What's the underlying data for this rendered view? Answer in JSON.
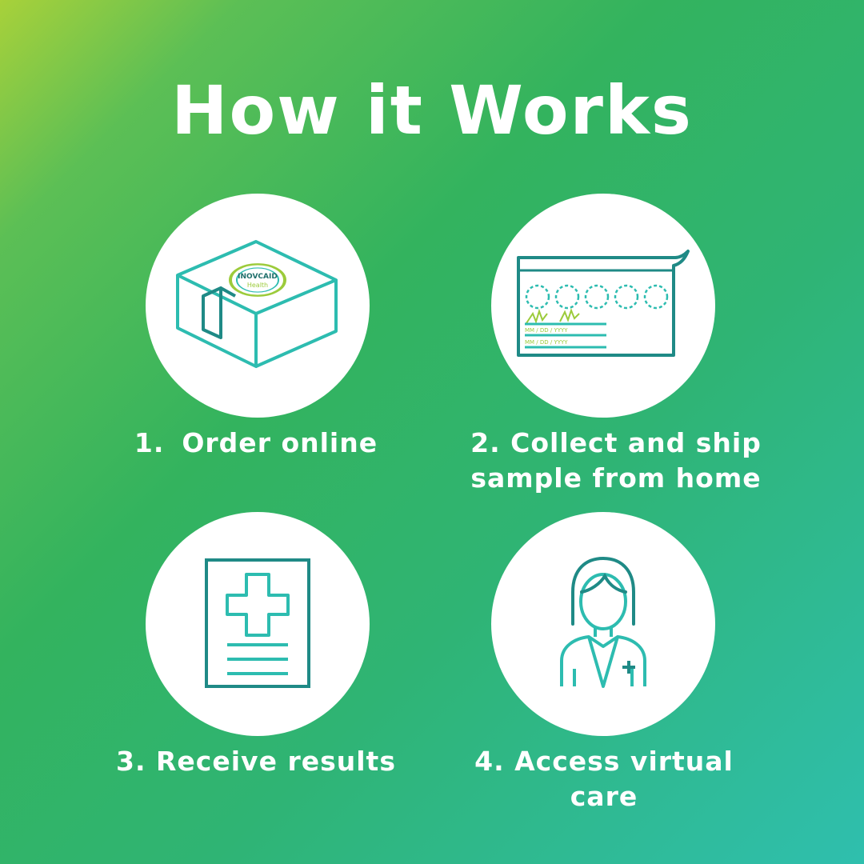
{
  "heading": "How it Works",
  "colors": {
    "gradient_start": "#a8d13a",
    "gradient_mid": "#33b35e",
    "gradient_end": "#2fbfae",
    "icon_teal": "#2dbcb0",
    "icon_dark_teal": "#1f8a86",
    "icon_lime": "#9ccb3b"
  },
  "steps": [
    {
      "number": "1.",
      "label": "Order online",
      "icon": "kit-box-icon"
    },
    {
      "number": "2.",
      "label": "Collect and ship sample from home",
      "icon": "sample-card-icon"
    },
    {
      "number": "3.",
      "label": "Receive results",
      "icon": "medical-report-icon"
    },
    {
      "number": "4.",
      "label": "Access virtual care",
      "icon": "doctor-icon"
    }
  ],
  "box": {
    "brand_line1": "INOVCAID",
    "brand_line2": "Health"
  },
  "card": {
    "date_placeholder": "MM / DD / YYYY"
  }
}
